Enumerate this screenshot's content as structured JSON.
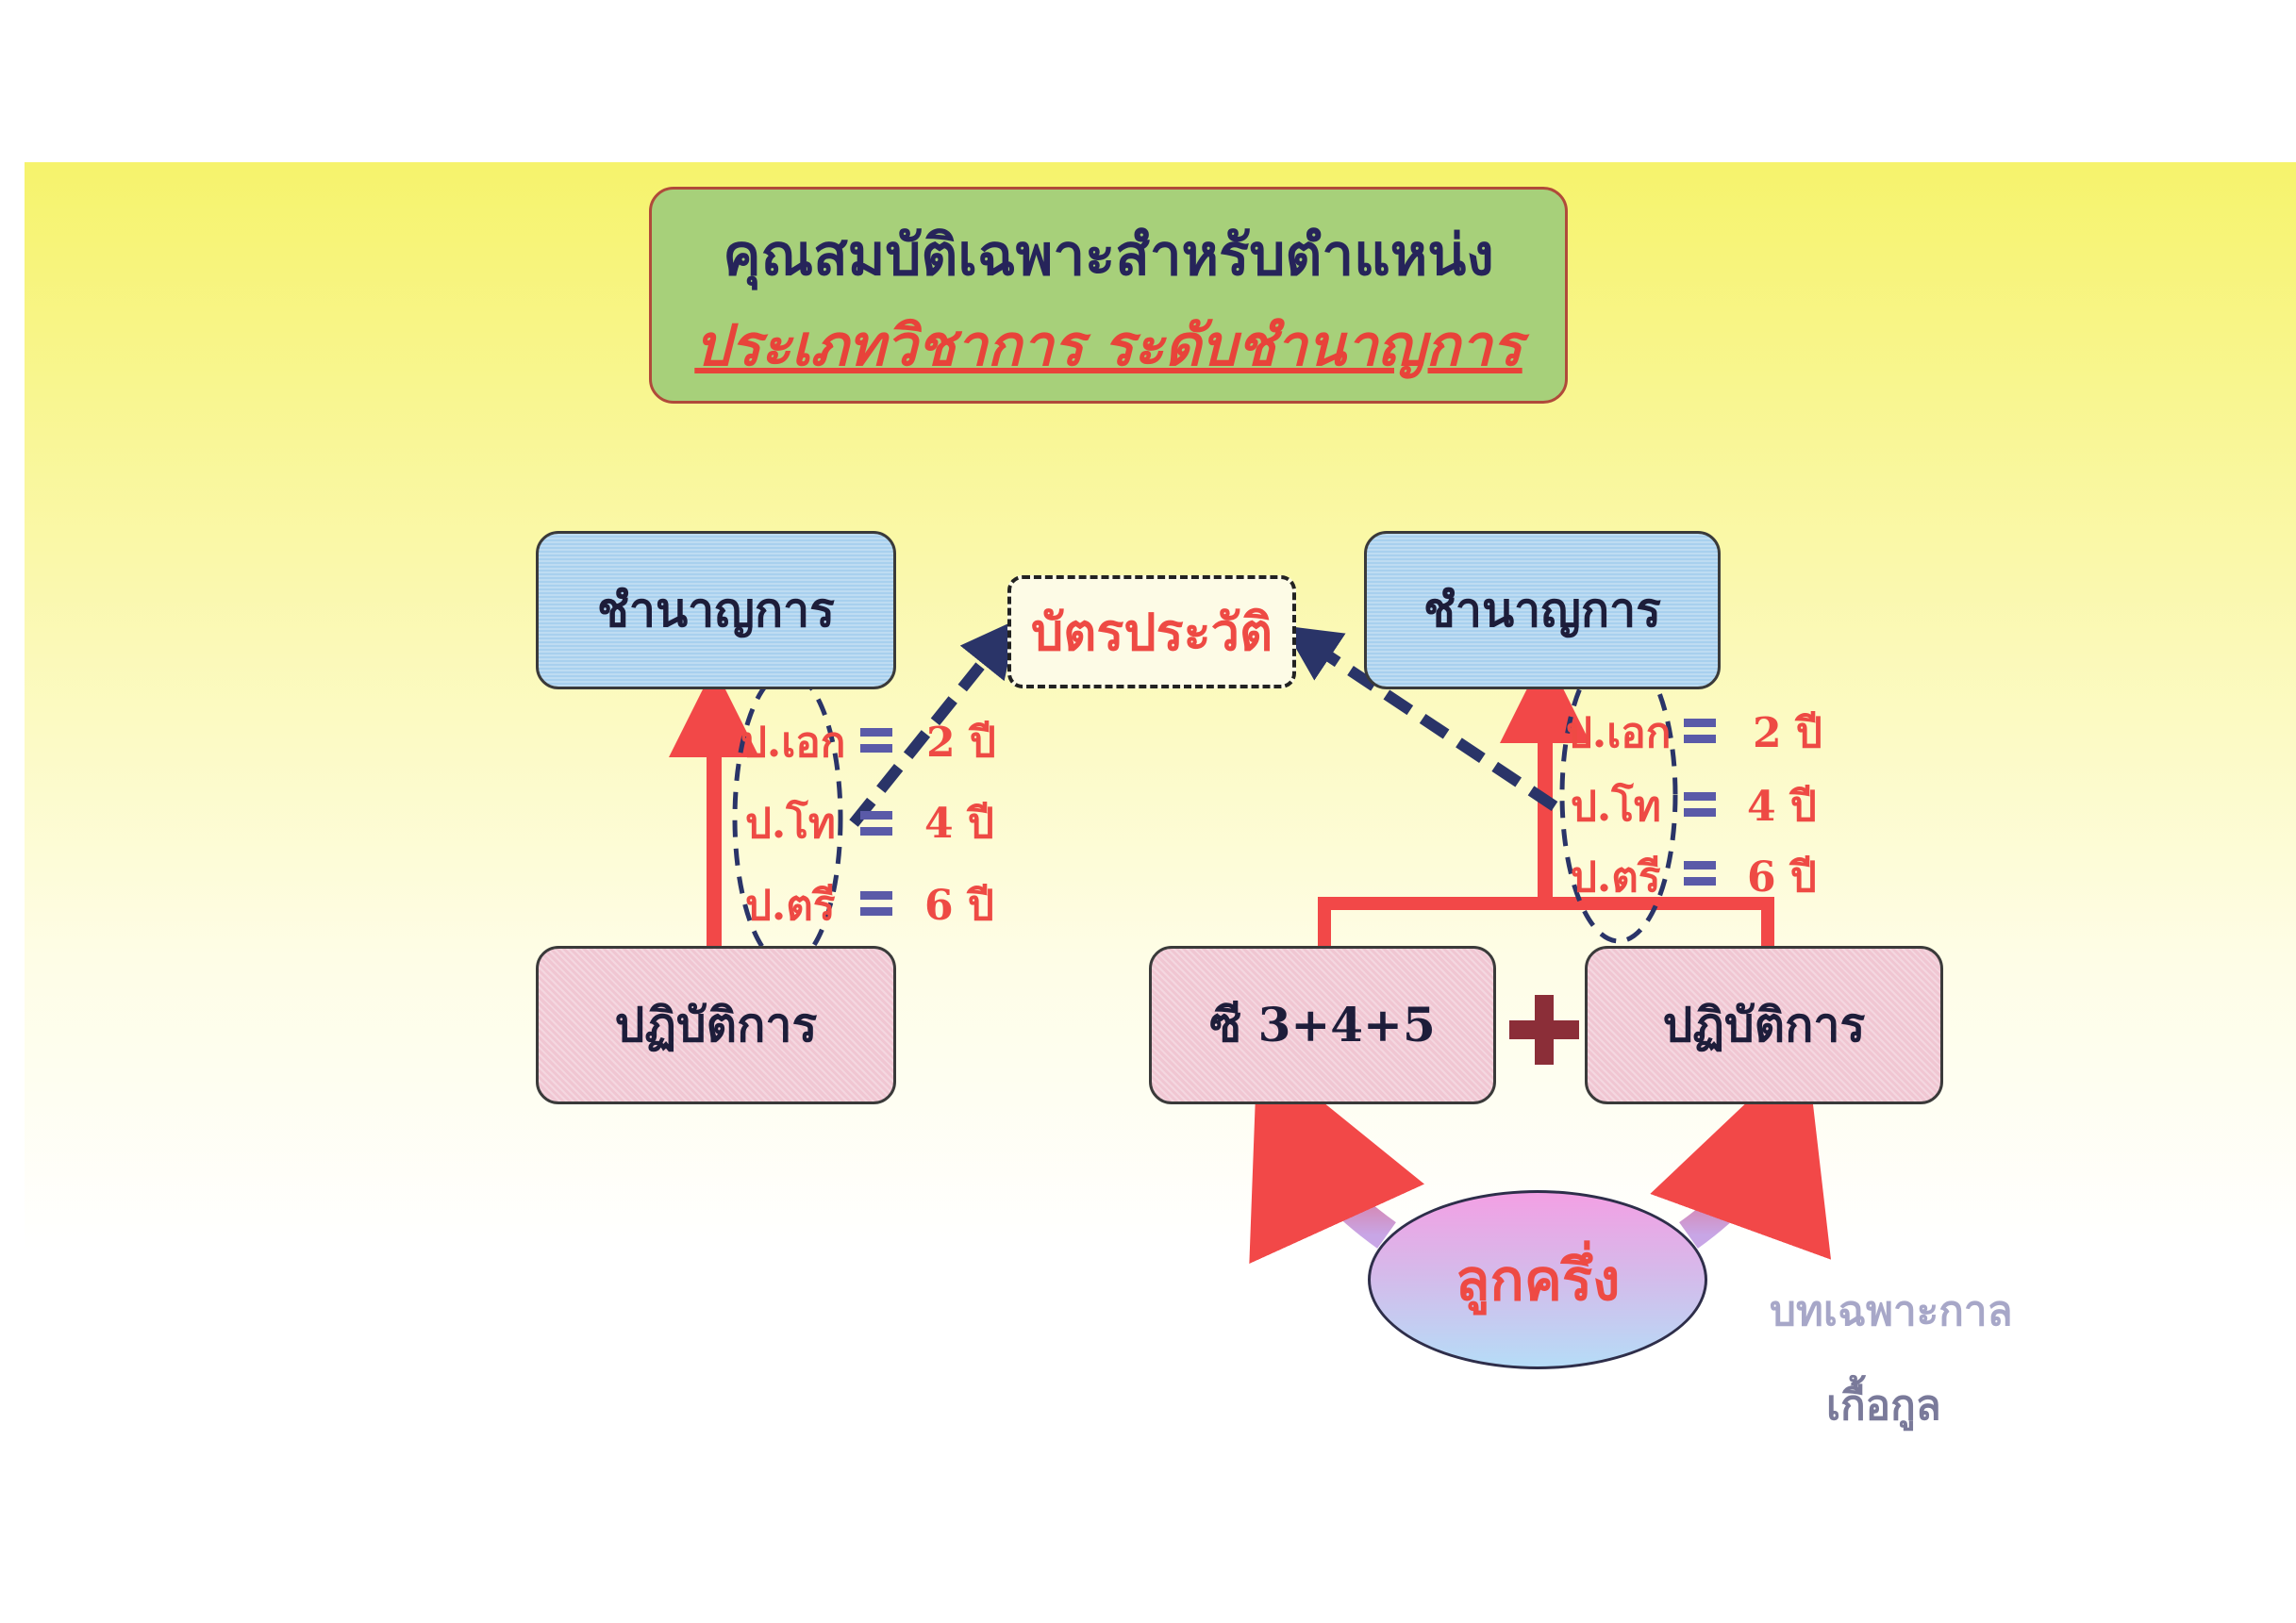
{
  "title": {
    "line1": "คุณสมบัติเฉพาะสำหรับตำแหน่ง",
    "line2": "ประเภทวิชาการ ระดับชำนาญการ"
  },
  "left": {
    "top_box": "ชำนาญการ",
    "bottom_box": "ปฏิบัติการ",
    "education": [
      {
        "degree": "ป.เอก",
        "years": "2 ปี"
      },
      {
        "degree": "ป.โท",
        "years": "4 ปี"
      },
      {
        "degree": "ป.ตรี",
        "years": "6 ปี"
      }
    ]
  },
  "center": {
    "history_box": "บัตรประวัติ"
  },
  "right": {
    "top_box": "ชำนาญการ",
    "c_box": "ซี 3+4+5",
    "op_box": "ปฏิบัติการ",
    "education": [
      {
        "degree": "ป.เอก",
        "years": "2 ปี"
      },
      {
        "degree": "ป.โท",
        "years": "4 ปี"
      },
      {
        "degree": "ป.ตรี",
        "years": "6 ปี"
      }
    ],
    "hybrid": "ลูกครึ่ง"
  },
  "footer": {
    "line1": "บทเฉพาะกาล",
    "line2": "เกื้อกูล"
  },
  "colors": {
    "accent_red": "#ee4a44",
    "title_green": "#a7d07a",
    "box_blue": "#a8d0ee",
    "box_pink": "#f0c6d2"
  }
}
